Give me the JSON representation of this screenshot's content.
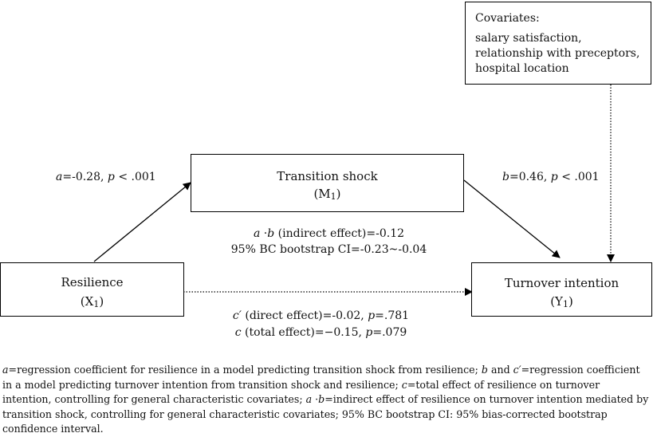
{
  "covariates": {
    "title": "Covariates:",
    "items": [
      "salary satisfaction,",
      "relationship with preceptors,",
      "hospital location"
    ]
  },
  "nodes": {
    "mediator": {
      "label": "Transition  shock",
      "symbol": "(M",
      "sub": "1",
      "close": ")"
    },
    "predictor": {
      "label": "Resilience",
      "symbol": "(X",
      "sub": "1",
      "close": ")"
    },
    "outcome": {
      "label": "Turnover  intention",
      "symbol": "(Y",
      "sub": "1",
      "close": ")"
    }
  },
  "paths": {
    "a": {
      "var": "a",
      "text": "=-0.28,  ",
      "p": "p",
      "ptext": " < .001"
    },
    "b": {
      "var": "b",
      "text": "=0.46,  ",
      "p": "p",
      "ptext": " < .001"
    },
    "indirect": {
      "var": "a",
      "dot": " ·",
      "var2": "b",
      "text": " (indirect  effect)=-0.12"
    },
    "ci": {
      "text": "95%  BC  bootstrap  CI=-0.23~-0.04"
    },
    "direct": {
      "var": "c′",
      "text": " (direct  effect)=-0.02,  ",
      "p": "p",
      "ptext": "=.781"
    },
    "total": {
      "var": "c",
      "text": " (total  effect)=−0.15,  ",
      "p": "p",
      "ptext": "=.079"
    }
  },
  "footnote": {
    "s1_var": "a",
    "s1": "=regression coefficient for resilience in a model predicting transition shock from resilience; ",
    "s2_var": "b",
    "s2": " and ",
    "s3_var": "c′",
    "s3": "=regression coefficient in a model predicting turnover intention from transition shock and resilience; ",
    "s4_var": "c",
    "s4": "=total effect of resilience on turnover intention, controlling for general characteristic covariates; ",
    "s5_var": "a",
    "s5_dot": " ·",
    "s5_var2": "b",
    "s5": "=indirect effect of resilience on turnover intention mediated by transition shock, controlling for general characteristic covariates; 95% BC bootstrap CI: 95% bias-corrected bootstrap confidence interval."
  }
}
